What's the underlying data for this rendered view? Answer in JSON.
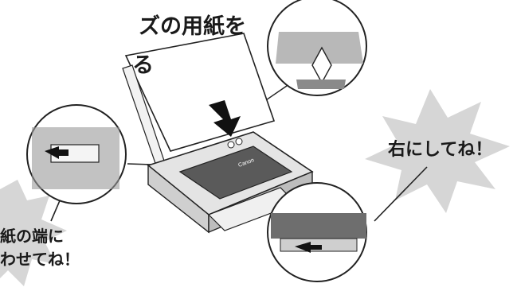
{
  "headline": {
    "line1": "ズの用紙を",
    "line2": "る"
  },
  "callouts": {
    "right_bubble_text": "右にしてね！",
    "left_bubble_line1": "紙の端に",
    "left_bubble_line2": "わせてね！"
  },
  "printer": {
    "brand_label": "Canon"
  },
  "colors": {
    "bubble_gray": "#d6d6d6",
    "printer_body": "#e4e4e4",
    "printer_dark": "#5a5a5a",
    "arrow": "#111111",
    "outline": "#222222"
  }
}
